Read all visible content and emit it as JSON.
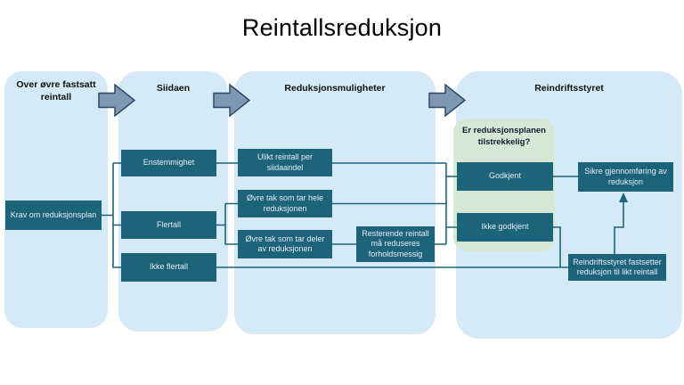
{
  "title": "Reintallsreduksjon",
  "columns": [
    {
      "header": "Over øvre fastsatt reintall"
    },
    {
      "header": "Siidaen"
    },
    {
      "header": "Reduksjonsmuligheter"
    },
    {
      "header": "Reindriftsstyret"
    }
  ],
  "nodes": {
    "krav": "Krav om reduksjonsplan",
    "enstemmighet": "Enstemmighet",
    "flertall": "Flertall",
    "ikke_flertall": "Ikke flertall",
    "ulikt": "Ulikt reintall per siidaandel",
    "ovre_hele": "Øvre tak som tar hele reduksjonen",
    "ovre_deler": "Øvre tak som tar deler av reduksjonen",
    "resterende": "Resterende reintall må reduseres forholdsmessig",
    "sporsmal": "Er reduksjonsplanen tilstrekkelig?",
    "godkjent": "Godkjent",
    "ikke_godkjent": "Ikke godkjent",
    "sikre": "Sikre gjennomføring av reduksjon",
    "fastsetter": "Reindriftsstyret fastsetter reduksjon til likt reintall"
  },
  "colors": {
    "column_bg": "#d5eaf7",
    "green_bg": "#d6e7d5",
    "node_fill": "#1d6379",
    "node_text": "#e3edf4",
    "connector": "#1d6379",
    "arrow_fill": "#7e98b4",
    "arrow_stroke": "#2e4a66",
    "title_text": "#000000",
    "header_text": "#111111",
    "question_text": "#111c2e"
  }
}
